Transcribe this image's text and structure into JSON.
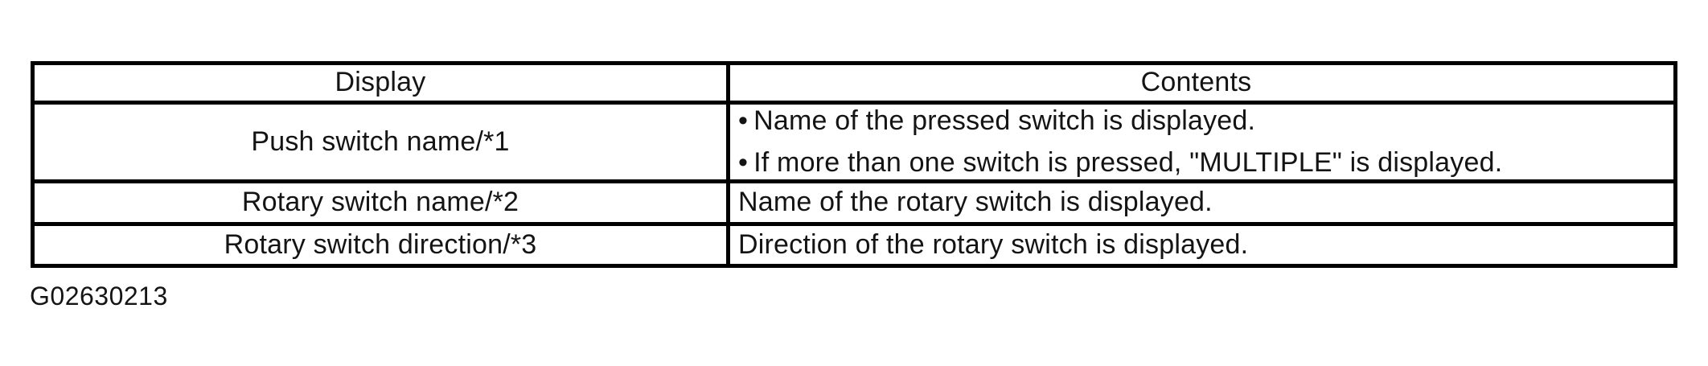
{
  "document": {
    "figure_id": "G02630213"
  },
  "glyphs": {
    "bullet": "•"
  },
  "colors": {
    "background": "#ffffff",
    "border": "#000000",
    "text": "#141414"
  },
  "table": {
    "headers": {
      "display": "Display",
      "contents": "Contents"
    },
    "rows": [
      {
        "display": "Push switch name/*1",
        "contents": [
          "Name of the pressed switch is displayed.",
          "If more than one switch is pressed, \"MULTIPLE\" is displayed."
        ]
      },
      {
        "display": "Rotary switch name/*2",
        "contents": [
          "Name of the rotary switch is displayed."
        ]
      },
      {
        "display": "Rotary switch direction/*3",
        "contents": [
          "Direction of the rotary switch is displayed."
        ]
      }
    ]
  }
}
